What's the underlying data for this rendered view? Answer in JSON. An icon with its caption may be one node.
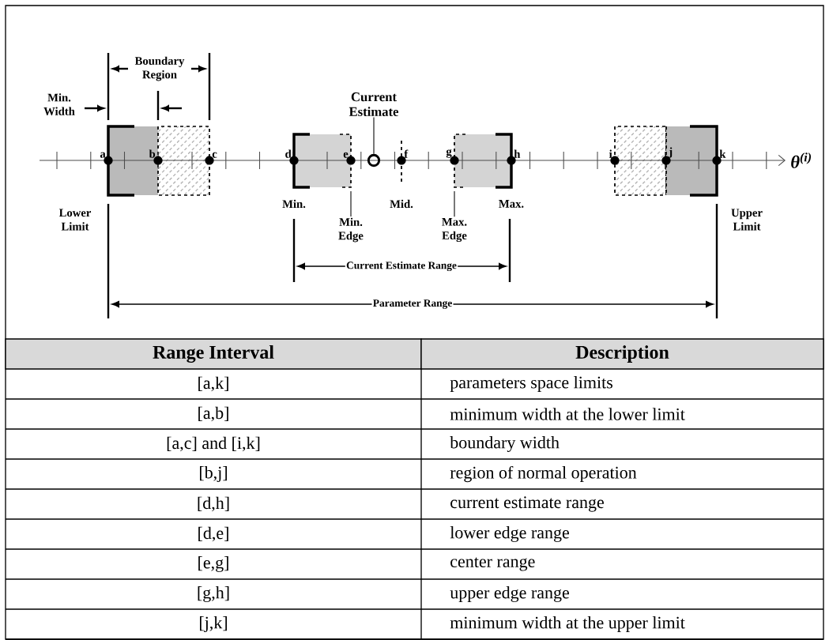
{
  "diagram": {
    "nodes": [
      {
        "text": [
          "Current Estimate"
        ]
      },
      {
        "text": [],
        "shape": "circle"
      },
      {
        "text": [
          "Min. Edge"
        ]
      },
      {
        "text": [
          "Max. Edge"
        ]
      }
    ],
    "edges": [
      {
        "from": 0,
        "to": 1,
        "arrow": "none"
      },
      {
        "from": 2,
        "to": null,
        "arrow": "none"
      },
      {
        "from": 3,
        "to": null,
        "arrow": "none"
      }
    ],
    "labels": [
      "Boundary Region",
      "Min. Width",
      "a",
      "b",
      "c",
      "d",
      "e",
      "f",
      "g",
      "h",
      "i",
      "j",
      "k",
      "θ$^{(i)}$",
      "Min.",
      "Mid.",
      "Max.",
      "Lower Limit",
      "Upper Limit",
      "Current Estimate Range",
      "Parameter Range",
      "Range Interval",
      "Description",
      "[a,k]",
      "parameters space limits",
      "[a,b]",
      "minimum width at the lower limit",
      "[a,c] and [i,k]",
      "boundary width",
      "[b,j]",
      "region of normal operation",
      "[d,h]",
      "current estimate range",
      "[d,e]",
      "lower edge range",
      "[e,g]",
      "center range",
      "[g,h]",
      "upper edge range",
      "[j,k]",
      "minimum width at the upper limit"
    ]
  }
}
